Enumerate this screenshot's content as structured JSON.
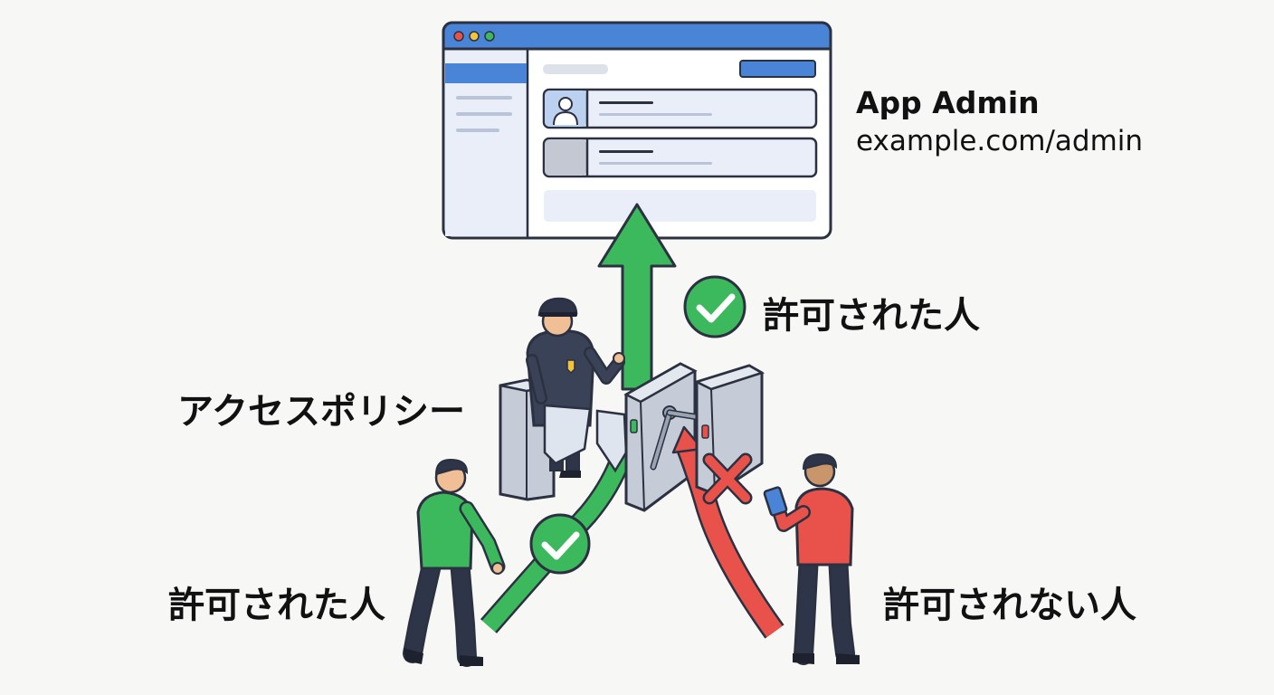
{
  "app": {
    "title": "App Admin",
    "url": "example.com/admin"
  },
  "labels": {
    "access_policy": "アクセスポリシー",
    "allowed_top": "許可された人",
    "allowed_left": "許可された人",
    "denied": "許可されない人"
  },
  "colors": {
    "allowed": "#3cb95c",
    "denied": "#e9524a",
    "window_chrome": "#4a84d6",
    "outline": "#2b3140"
  },
  "icons": [
    "check-circle-icon",
    "cross-mark-icon",
    "user-avatar-icon",
    "window-dots-icon"
  ]
}
